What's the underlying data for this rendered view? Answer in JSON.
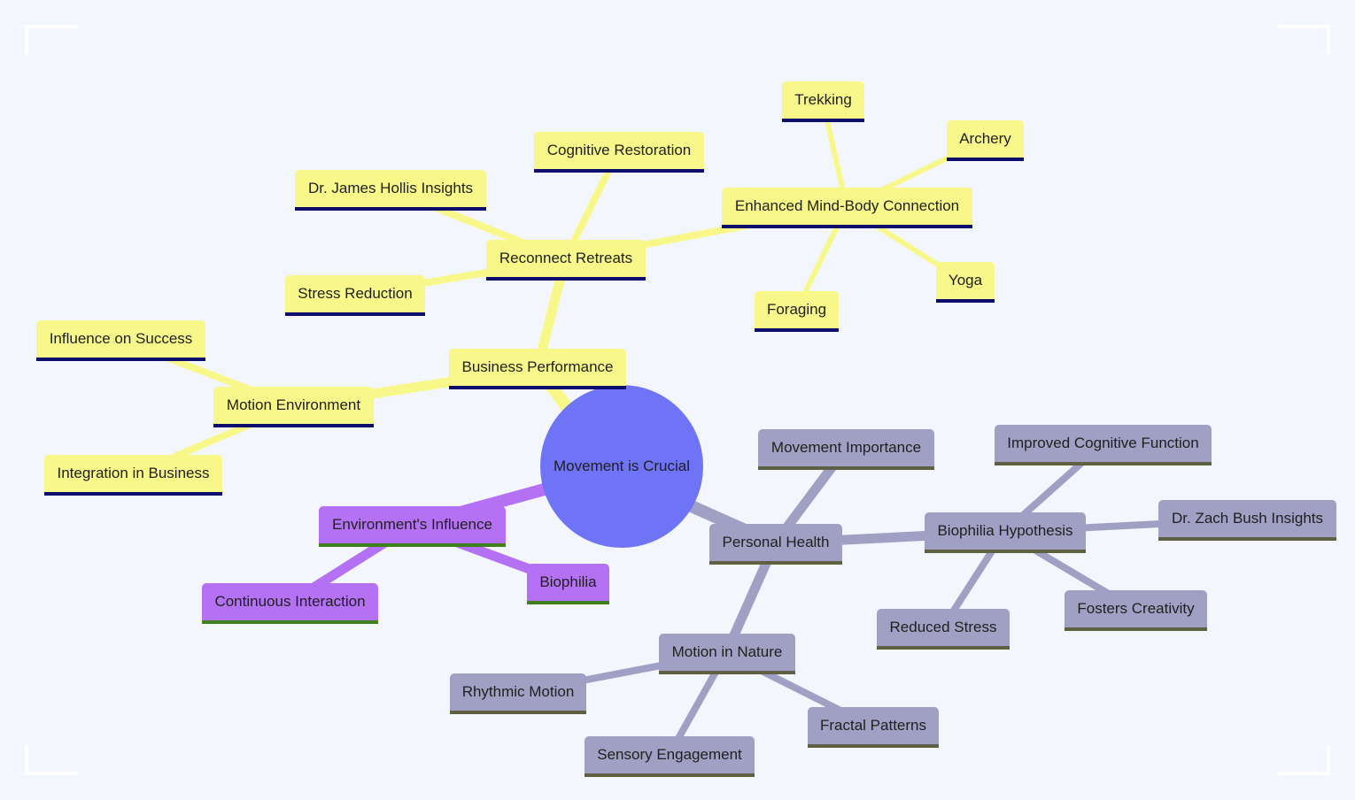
{
  "diagram": {
    "root": "Movement is Crucial",
    "branches": [
      {
        "label": "Business Performance",
        "color": "#f8f88a",
        "children": [
          {
            "label": "Reconnect Retreats",
            "children": [
              {
                "label": "Dr. James Hollis Insights"
              },
              {
                "label": "Cognitive Restoration"
              },
              {
                "label": "Stress Reduction"
              },
              {
                "label": "Enhanced Mind-Body Connection",
                "children": [
                  {
                    "label": "Trekking"
                  },
                  {
                    "label": "Archery"
                  },
                  {
                    "label": "Foraging"
                  },
                  {
                    "label": "Yoga"
                  }
                ]
              }
            ]
          },
          {
            "label": "Motion Environment",
            "children": [
              {
                "label": "Influence on Success"
              },
              {
                "label": "Integration in Business"
              }
            ]
          }
        ]
      },
      {
        "label": "Environment's Influence",
        "color": "#b571f4",
        "children": [
          {
            "label": "Continuous Interaction"
          },
          {
            "label": "Biophilia"
          }
        ]
      },
      {
        "label": "Personal Health",
        "color": "#a0a0c4",
        "children": [
          {
            "label": "Movement Importance"
          },
          {
            "label": "Biophilia Hypothesis",
            "children": [
              {
                "label": "Improved Cognitive Function"
              },
              {
                "label": "Dr. Zach Bush Insights"
              },
              {
                "label": "Reduced Stress"
              },
              {
                "label": "Fosters Creativity"
              }
            ]
          },
          {
            "label": "Motion in Nature",
            "children": [
              {
                "label": "Rhythmic Motion"
              },
              {
                "label": "Sensory Engagement"
              },
              {
                "label": "Fractal Patterns"
              }
            ]
          }
        ]
      }
    ]
  }
}
